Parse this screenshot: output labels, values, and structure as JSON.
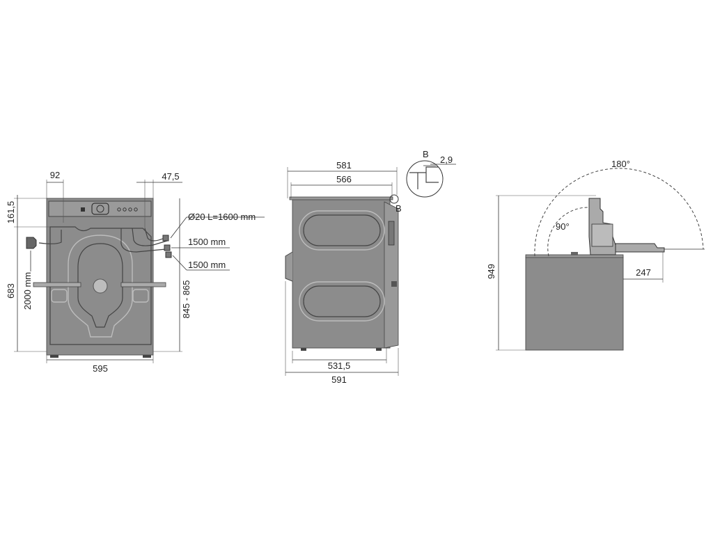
{
  "colors": {
    "body": "#8c8c8c",
    "outline": "#444444",
    "line": "#333333",
    "background": "#ffffff"
  },
  "back_view": {
    "dim_top_left": "92",
    "dim_top_right": "47,5",
    "dim_left_top": "161,5",
    "dim_height": "683",
    "dim_power_cord": "2000 mm",
    "dim_width": "595",
    "dim_drain": "Ø20 L=1600 mm",
    "dim_hose_1": "1500 mm",
    "dim_hose_2": "1500 mm",
    "dim_drain_height": "845 - 865"
  },
  "side_view": {
    "dim_top_outer": "581",
    "dim_top_inner": "566",
    "dim_bottom_inner": "531,5",
    "dim_bottom_outer": "591",
    "detail_marker": "B",
    "detail_label": "B",
    "detail_dim": "2,9"
  },
  "lid_view": {
    "angle_large": "180°",
    "angle_small": "90°",
    "dim_height": "949",
    "dim_overhang": "247"
  }
}
